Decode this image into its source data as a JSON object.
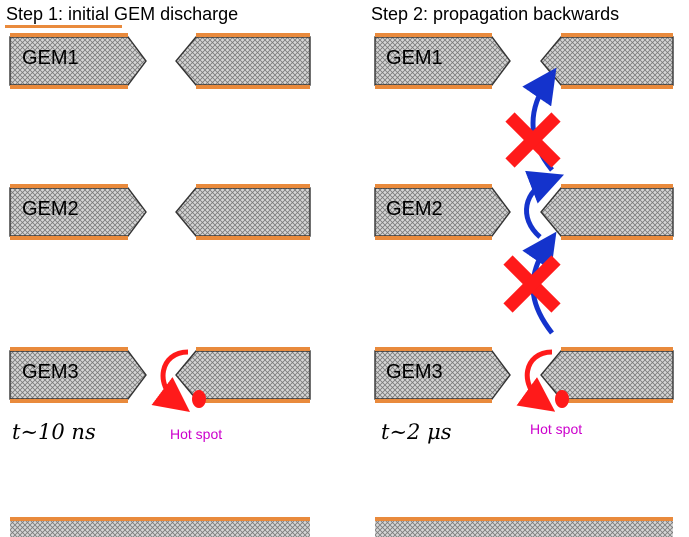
{
  "panels": [
    {
      "title": "Step 1: initial GEM discharge",
      "gems": [
        "GEM1",
        "GEM2",
        "GEM3"
      ],
      "time_label": "t∼10 ns",
      "hotspot_label": "Hot spot"
    },
    {
      "title": "Step 2: propagation backwards",
      "gems": [
        "GEM1",
        "GEM2",
        "GEM3"
      ],
      "time_label": "t∼2 μs",
      "hotspot_label": "Hot spot"
    }
  ],
  "colors": {
    "electrode": "#e98a3c",
    "hatch_fill": "#cfcfcf",
    "discharge_arrow": "#ff1a1a",
    "propagation_arrow": "#1433cc",
    "cross": "#ff1a1a",
    "hot_spot_text": "#cc00cc"
  }
}
